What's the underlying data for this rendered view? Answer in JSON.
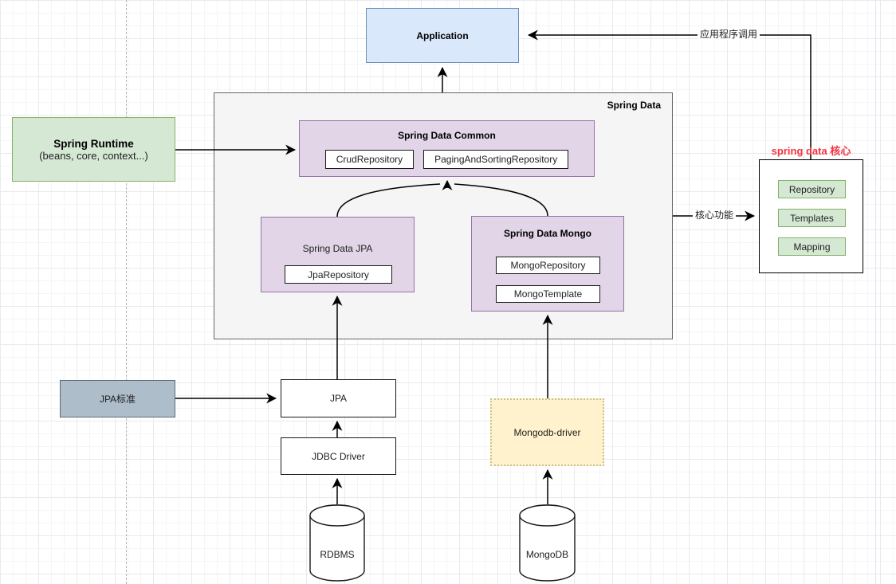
{
  "colors": {
    "blue_fill": "#dae8fc",
    "blue_border": "#6c8ebf",
    "purple_fill": "#e1d5e7",
    "purple_border": "#9673a6",
    "green_fill": "#d5e8d4",
    "green_border": "#82b366",
    "container_fill": "#f5f5f5",
    "container_border": "#666666",
    "yellow_fill": "#fff2cc",
    "yellow_border": "#c9c189",
    "grayblue_fill": "#aebdca",
    "red_caption": "#f5333f"
  },
  "nodes": {
    "application": "Application",
    "spring_data_label": "Spring Data",
    "common": {
      "title": "Spring Data Common",
      "items": [
        "CrudRepository",
        "PagingAndSortingRepository"
      ]
    },
    "jpa_module": {
      "title": "Spring Data JPA",
      "items": [
        "JpaRepository"
      ]
    },
    "mongo_module": {
      "title": "Spring Data Mongo",
      "items": [
        "MongoRepository",
        "MongoTemplate"
      ]
    },
    "spring_runtime": {
      "title": "Spring Runtime",
      "subtitle": "(beans, core, context...)"
    },
    "core": {
      "caption": "spring data 核心",
      "items": [
        "Repository",
        "Templates",
        "Mapping"
      ]
    },
    "jpa_standard": "JPA标准",
    "jpa": "JPA",
    "jdbc_driver": "JDBC Driver",
    "rdbms": "RDBMS",
    "mongodb_driver": "Mongodb-driver",
    "mongodb": "MongoDB"
  },
  "edges": {
    "app_call_label": "应用程序调用",
    "core_function_label": "核心功能"
  }
}
